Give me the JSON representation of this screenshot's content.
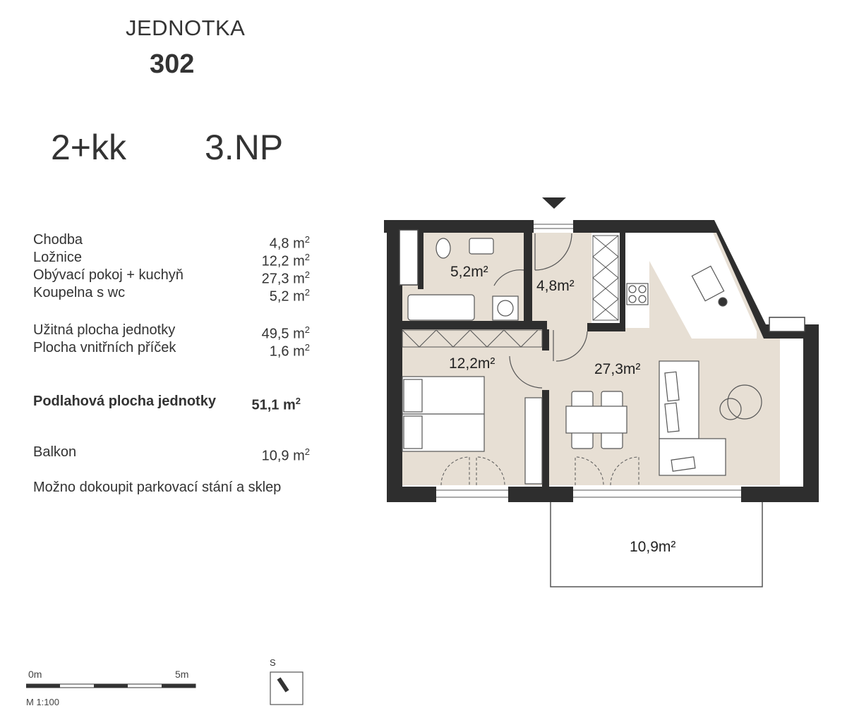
{
  "unit": {
    "label": "JEDNOTKA",
    "number": "302",
    "type": "2+kk",
    "floor": "3.NP"
  },
  "areas": [
    {
      "name": "Chodba",
      "value": "4,8 m",
      "sup": "2"
    },
    {
      "name": "Ložnice",
      "value": "12,2 m",
      "sup": "2"
    },
    {
      "name": "Obývací pokoj + kuchyň",
      "value": "27,3 m",
      "sup": "2"
    },
    {
      "name": "Koupelna s wc",
      "value": "5,2 m",
      "sup": "2"
    }
  ],
  "totals": [
    {
      "name": "Užitná plocha jednotky",
      "value": "49,5 m",
      "sup": "2"
    },
    {
      "name": "Plocha vnitřních příček",
      "value": "1,6 m",
      "sup": "2"
    }
  ],
  "floor_area": {
    "name": "Podlahová plocha jednotky",
    "value": "51,1 m",
    "sup": "2"
  },
  "balcony": {
    "name": "Balkon",
    "value": "10,9 m",
    "sup": "2"
  },
  "note": "Možno dokoupit parkovací stání a sklep",
  "plan": {
    "labels": {
      "bathroom": "5,2m²",
      "hallway": "4,8m²",
      "bedroom": "12,2m²",
      "living": "27,3m²",
      "balcony": "10,9m²"
    },
    "colors": {
      "wall": "#2e2e2e",
      "floor": "#e7dfd4",
      "line": "#555555"
    }
  },
  "scale": {
    "start": "0m",
    "end": "5m",
    "ratio": "M 1:100"
  },
  "compass": {
    "letter": "S"
  }
}
